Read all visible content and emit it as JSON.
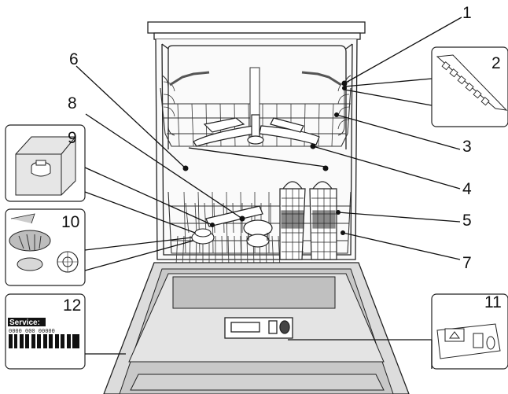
{
  "callouts": [
    "1",
    "2",
    "3",
    "4",
    "5",
    "6",
    "7",
    "8",
    "9",
    "10",
    "11",
    "12"
  ],
  "service_label": {
    "title": "Service:",
    "number": "0000 000 00000"
  }
}
